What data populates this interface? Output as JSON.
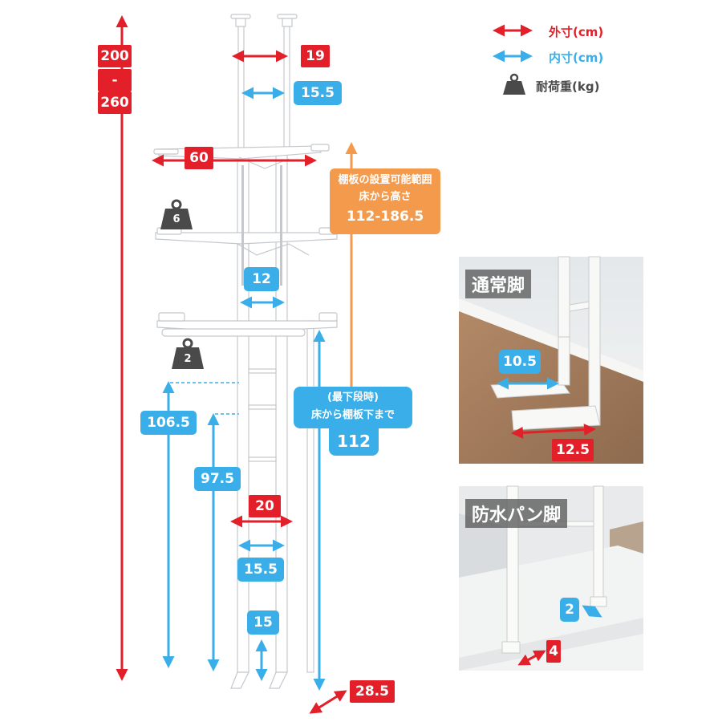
{
  "legend": {
    "outer_label": "外寸(cm)",
    "inner_label": "内寸(cm)",
    "load_label": "耐荷重(kg)",
    "outer_color": "#e3202a",
    "inner_color": "#3aaee8",
    "load_icon": "weight-icon"
  },
  "dimensions": {
    "height_range_top": "200",
    "height_range_sep": "-",
    "height_range_bottom": "260",
    "top_outer_width": "19",
    "top_inner_width": "15.5",
    "shelf_width": "60",
    "pole_inner_gap": "12",
    "shelf1_load": "6",
    "shelf2_load": "2",
    "left_height_1": "106.5",
    "left_height_2": "97.5",
    "bottom_outer_width": "20",
    "bottom_inner_width": "15.5",
    "foot_height": "15",
    "depth": "28.5"
  },
  "shelf_range": {
    "line1": "棚板の設置可能範囲",
    "line2": "床から高さ",
    "line3": "112-186.5"
  },
  "lowest_shelf": {
    "line1": "(最下段時)",
    "line2": "床から棚板下まで",
    "line3": "112"
  },
  "photo_normal": {
    "title": "通常脚",
    "inner": "10.5",
    "outer": "12.5"
  },
  "photo_pan": {
    "title": "防水パン脚",
    "inner": "2",
    "outer": "4"
  }
}
